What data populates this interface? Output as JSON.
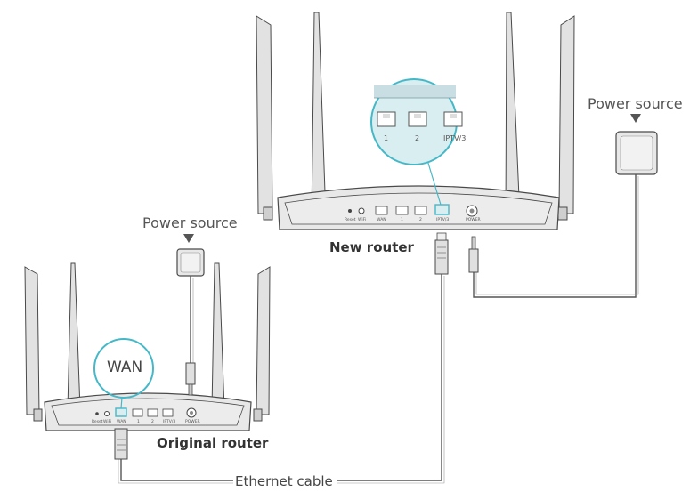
{
  "labels": {
    "power_source_new": "Power source",
    "power_source_original": "Power source",
    "new_router": "New router",
    "original_router": "Original  router",
    "ethernet_cable": "Ethernet cable",
    "wan_callout": "WAN"
  },
  "new_router_ports": [
    "Reset",
    "WiFi",
    "WAN",
    "1",
    "2",
    "IPTV/3",
    "POWER"
  ],
  "zoom_ports": [
    "1",
    "2",
    "IPTV/3"
  ],
  "original_router_ports": [
    "Reset",
    "WiFi",
    "WAN",
    "1",
    "2",
    "IPTV/3",
    "POWER"
  ],
  "colors": {
    "outline": "#4a4a4a",
    "body_fill": "#e8e8e8",
    "antenna_fill": "#e2e2e2",
    "highlight": "#45b8c8",
    "zoom_fill": "#d8eef0",
    "cable": "#555555"
  }
}
